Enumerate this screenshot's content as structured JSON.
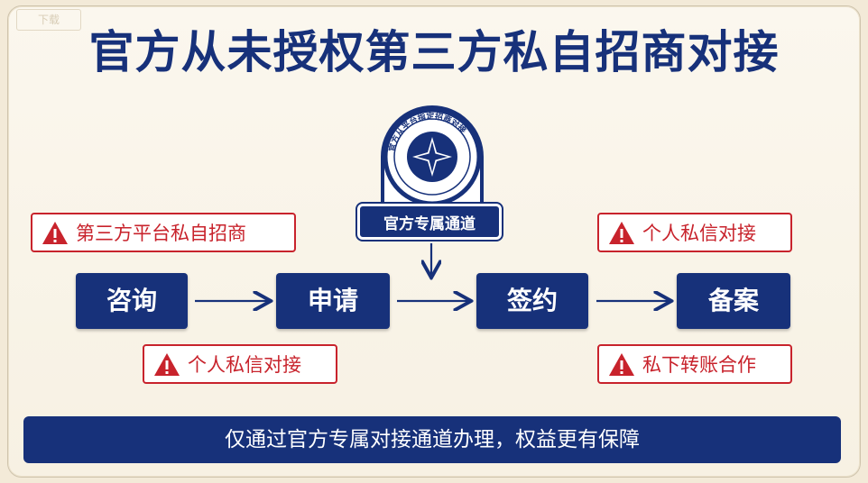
{
  "title": "官方从未授权第三方私自招商对接",
  "corner_mark": "下载",
  "emblem": {
    "ring_text": "官方从平台指定招商对接",
    "label": "官方专属通道"
  },
  "steps": [
    "咨询",
    "申请",
    "签约",
    "备案"
  ],
  "warnings": {
    "top_left": "第三方平台私自招商",
    "bottom_left": "个人私信对接",
    "top_right": "个人私信对接",
    "bottom_right": "私下转账合作"
  },
  "footer": "仅通过官方专属对接通道办理，权益更有保障",
  "colors": {
    "navy": "#17317a",
    "warning_red": "#c8232c",
    "background": "#f3ead8"
  }
}
